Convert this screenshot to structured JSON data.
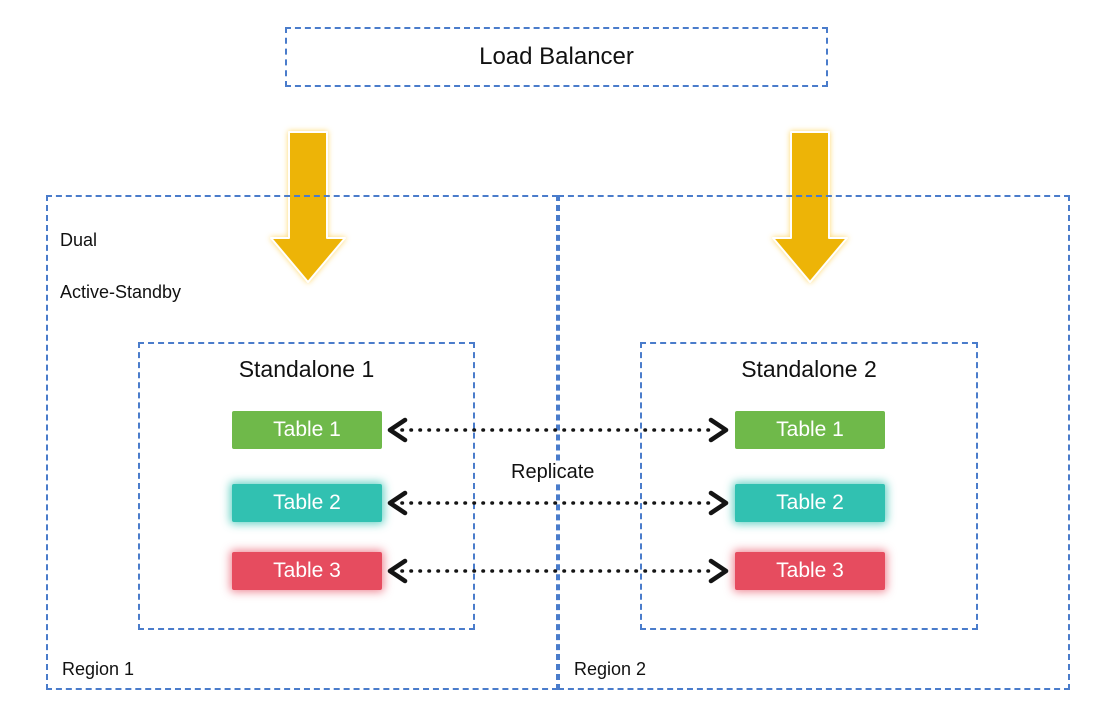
{
  "load_balancer": {
    "label": "Load Balancer"
  },
  "replication": {
    "label": "Replicate"
  },
  "regions": [
    {
      "name": "Region 1",
      "mode_label_lines": [
        "Dual",
        "Active-Standby"
      ],
      "standalone": {
        "title": "Standalone 1",
        "tables": [
          {
            "label": "Table 1",
            "color": "#6fb94a"
          },
          {
            "label": "Table 2",
            "color": "#31c1b1"
          },
          {
            "label": "Table 3",
            "color": "#e64c5f"
          }
        ]
      }
    },
    {
      "name": "Region 2",
      "standalone": {
        "title": "Standalone 2",
        "tables": [
          {
            "label": "Table 1",
            "color": "#6fb94a"
          },
          {
            "label": "Table 2",
            "color": "#31c1b1"
          },
          {
            "label": "Table 3",
            "color": "#e64c5f"
          }
        ]
      }
    }
  ],
  "colors": {
    "dashed_border_blue": "#4a7ccb",
    "arrow_gold": "#edb407",
    "table_green": "#6fb94a",
    "table_teal": "#31c1b1",
    "table_red": "#e64c5f",
    "text": "#111111"
  }
}
